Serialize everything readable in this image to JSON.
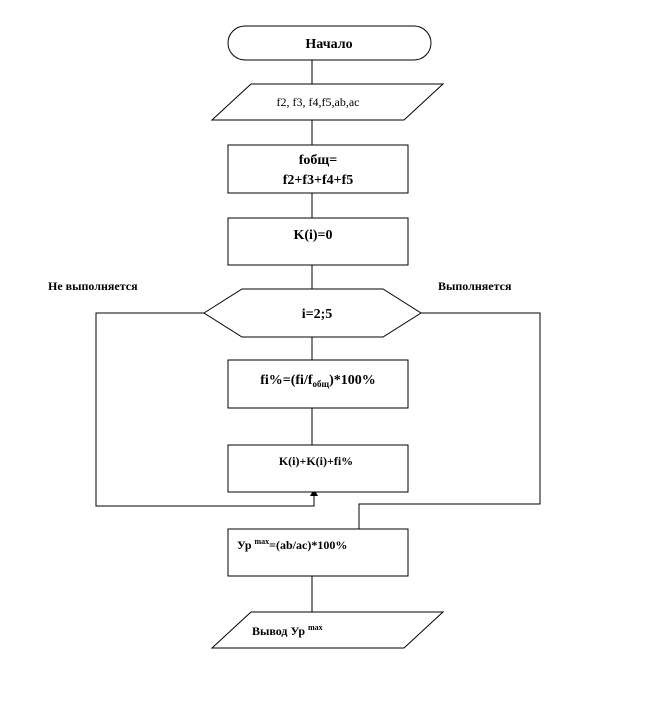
{
  "nodes": {
    "start": {
      "label": "Начало"
    },
    "input": {
      "label": "f2, f3,  f4,f5,ab,ac"
    },
    "sum": {
      "line1": "fобщ=",
      "line2": "f2+f3+f4+f5"
    },
    "init": {
      "label": "K(i)=0"
    },
    "loop": {
      "label": "i=2;5"
    },
    "percent": {
      "main": "fi%=(fi/f",
      "sub": "общ",
      "tail": ")*100%"
    },
    "accum": {
      "label": "K(i)+K(i)+fi%"
    },
    "result": {
      "main": "Ур ",
      "sup": "max",
      "tail": "=(ab/ac)*100%"
    },
    "output": {
      "main": "Вывод Ур ",
      "sup": "max"
    }
  },
  "branches": {
    "left": "Не выполняется",
    "right": "Выполняется"
  }
}
